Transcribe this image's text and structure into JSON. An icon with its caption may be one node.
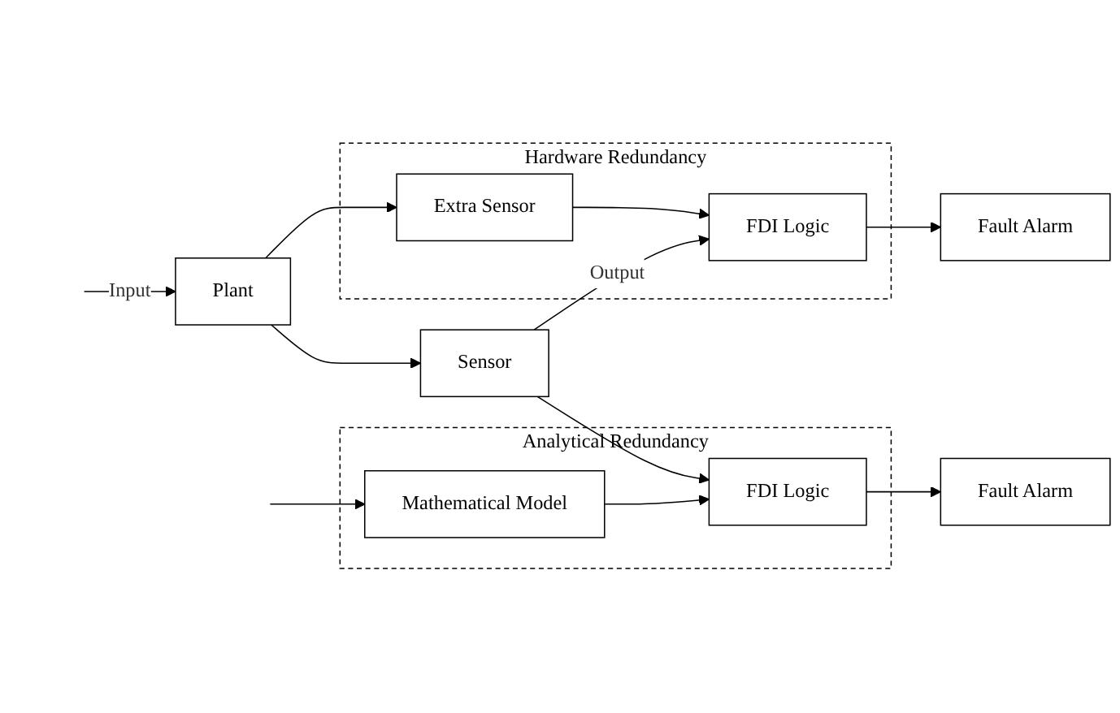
{
  "diagram": {
    "nodes": [
      {
        "text": [
          "Hardware Redundancy"
        ]
      },
      {
        "text": [
          "Extra Sensor"
        ],
        "in": 0
      },
      {
        "text": [
          "FDI Logic"
        ],
        "in": 0
      },
      {
        "text": [
          "Fault Alarm"
        ]
      },
      {
        "text": [
          "Plant"
        ]
      },
      {
        "text": [
          "Sensor"
        ]
      },
      {
        "text": [
          "Analytical Redundancy"
        ]
      },
      {
        "text": [
          "Mathematical Model"
        ],
        "in": 6
      },
      {
        "text": [
          "FDI Logic"
        ],
        "in": 6
      },
      {
        "text": [
          "Fault Alarm"
        ]
      }
    ],
    "edges": [
      {
        "from": null,
        "to": 4,
        "arrow": "to",
        "label": "Input"
      },
      {
        "from": null,
        "to": 7,
        "arrow": "to"
      },
      {
        "from": 4,
        "to": 1,
        "arrow": "to"
      },
      {
        "from": 4,
        "to": 5,
        "arrow": "to"
      },
      {
        "from": 1,
        "to": 2,
        "arrow": "to"
      },
      {
        "from": 2,
        "to": 3,
        "arrow": "to"
      },
      {
        "from": 5,
        "to": 2,
        "arrow": "to",
        "label": "Output"
      },
      {
        "from": 5,
        "to": 8,
        "arrow": "to"
      },
      {
        "from": 7,
        "to": 8,
        "arrow": "to"
      },
      {
        "from": 8,
        "to": 9,
        "arrow": "to"
      }
    ]
  }
}
